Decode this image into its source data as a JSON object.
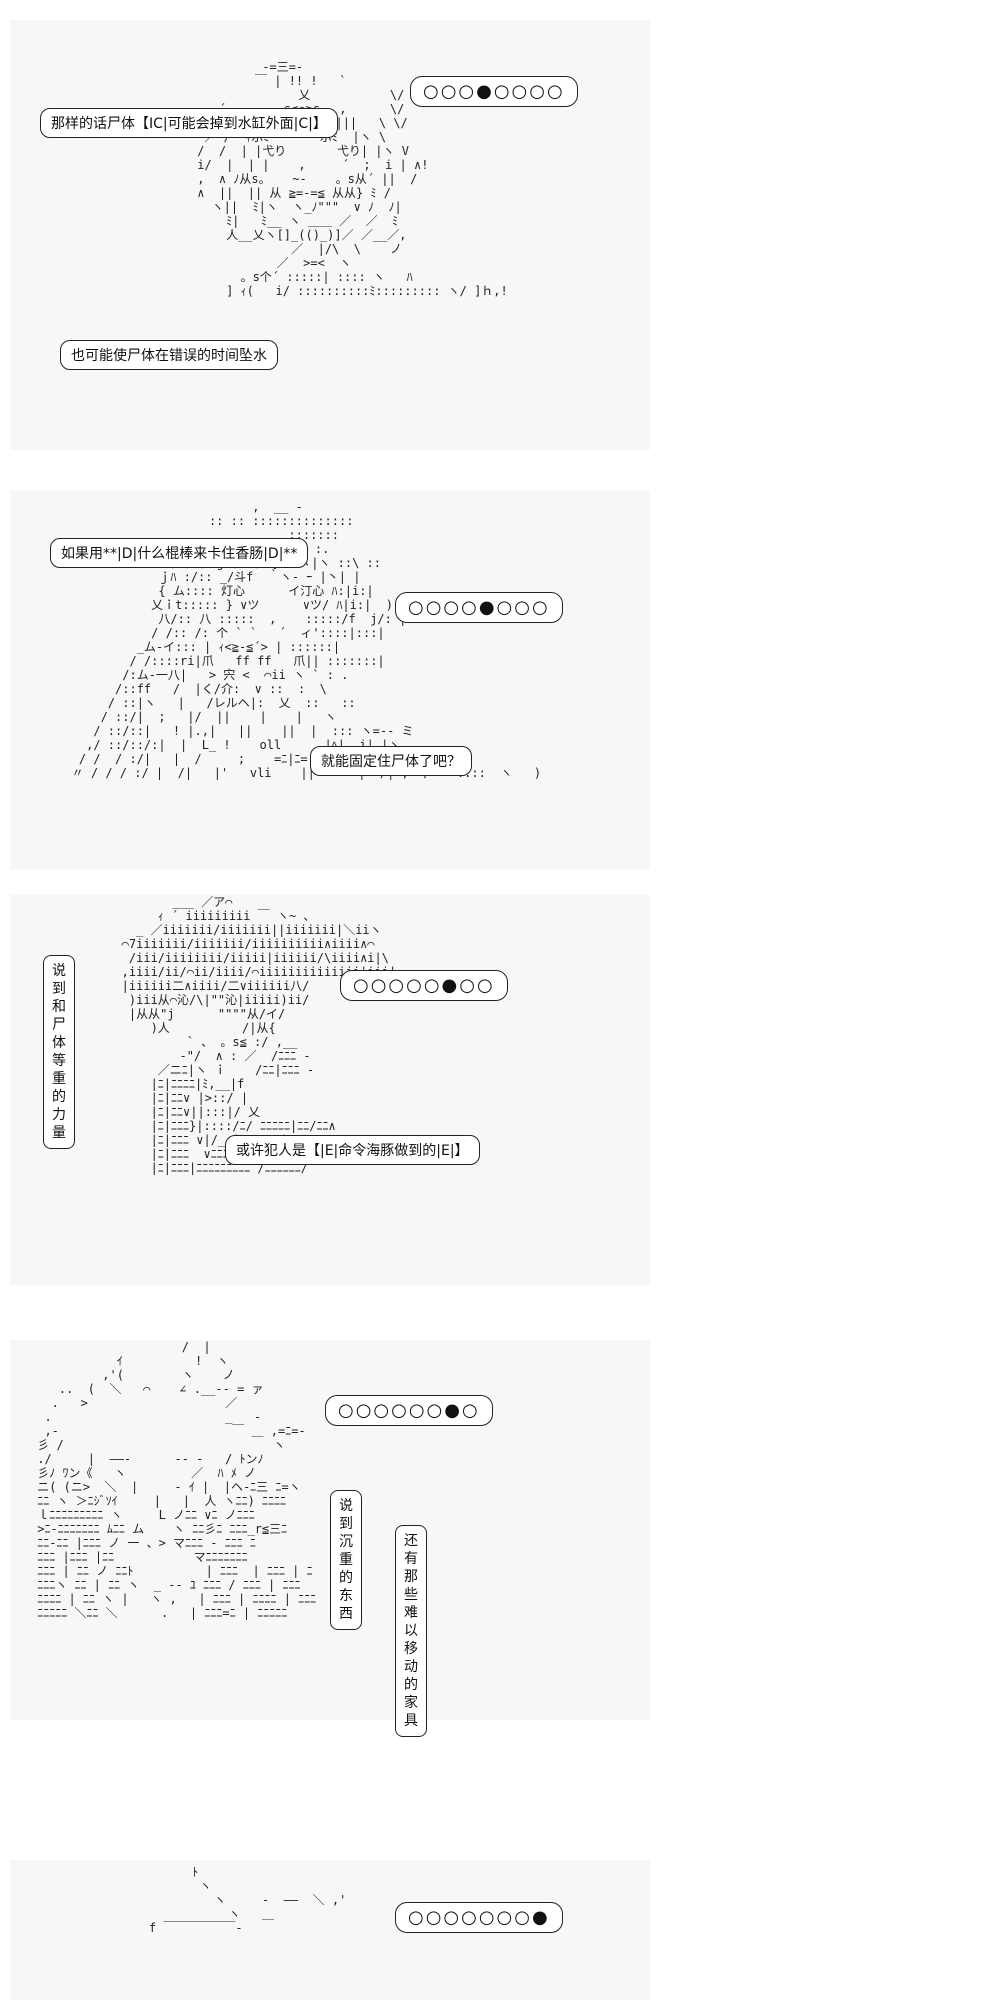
{
  "panels": [
    {
      "speech": [
        "那样的话尸体【IC|可能会掉到水缸外面|C|】",
        "也可能使尸体在错误的时间坠水"
      ],
      "dots": "○○○●○○○○"
    },
    {
      "speech": [
        "如果用**|D|什么棍棒来卡住香肠|D|**",
        "就能固定住尸体了吧？"
      ],
      "dots": "○○○○●○○○"
    },
    {
      "speech": [
        "或许犯人是【|E|命令海豚做到的|E|】"
      ],
      "vertical": [
        "说到和尸体等重的力量"
      ],
      "dots": "○○○○○●○○"
    },
    {
      "vertical": [
        "说到沉重的东西",
        "还有那些难以移动的家具"
      ],
      "dots": "○○○○○○●○"
    },
    {
      "dots": "○○○○○○○●"
    }
  ]
}
